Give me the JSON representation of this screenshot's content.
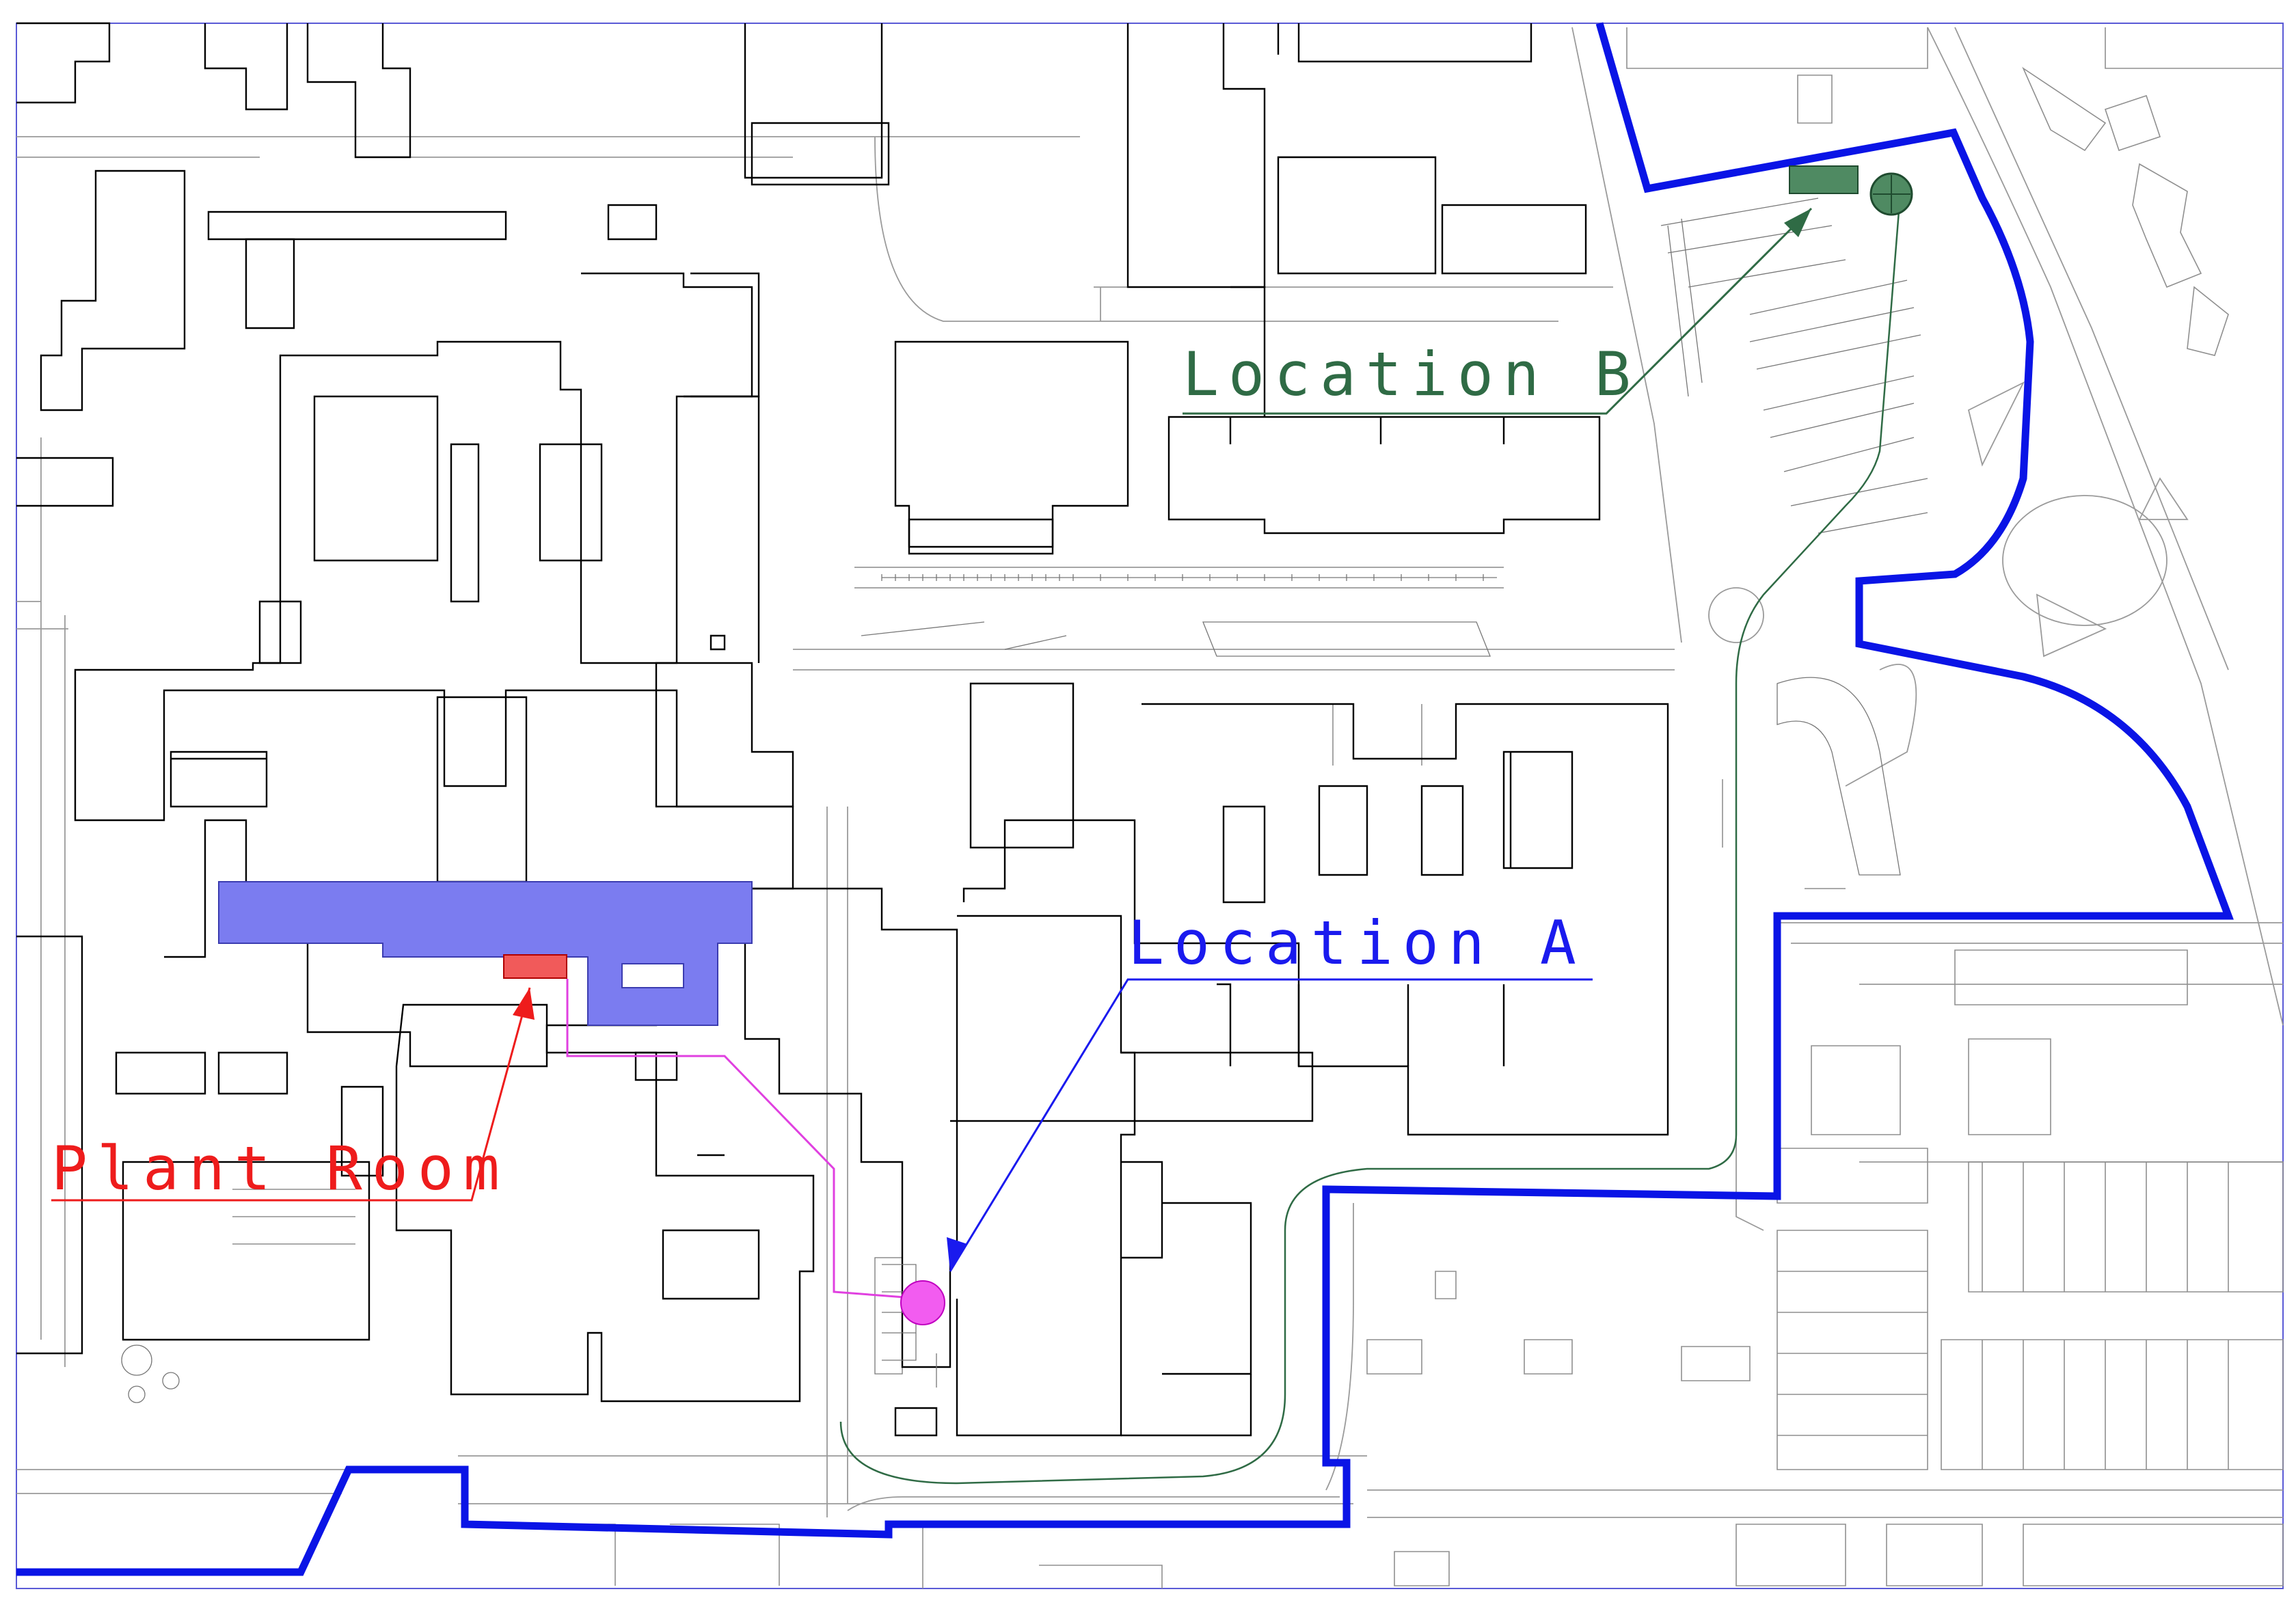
{
  "map": {
    "labels": {
      "location_b": "Location B",
      "location_a": "Location A",
      "plant_room": "Plant Room"
    },
    "colors": {
      "site_boundary": "#0a14e6",
      "location_b": "#2f6b45",
      "location_b_fill": "#4f8a62",
      "location_a": "#1a1aee",
      "location_a_fill": "#f25cf0",
      "plant_room": "#ee1c1c",
      "plant_room_fill": "#f15a5a",
      "highlight_building": "#7b7cf0",
      "pipe_route_magenta": "#e040e0",
      "pipe_route_green": "#2f6b45",
      "frame": "#5a5ad6"
    },
    "legend_icons": {
      "boundary": "site-boundary-line",
      "marker_a": "location-a-circle",
      "marker_b": "location-b-circle",
      "plant": "plant-room-rectangle"
    }
  }
}
